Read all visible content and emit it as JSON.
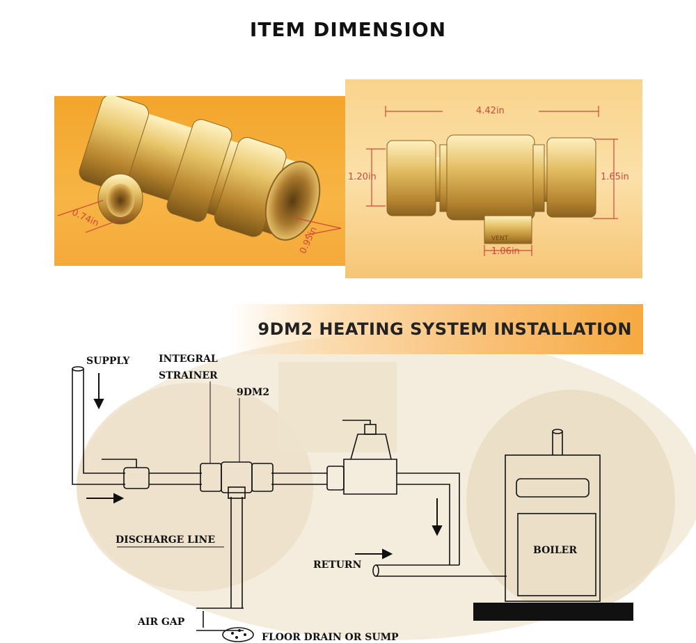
{
  "title": "ITEM DIMENSION",
  "dimensions": {
    "inlet_diameter": "0.74in",
    "outlet_diameter": "0.95in",
    "length": "4.42in",
    "height_left": "1.20in",
    "height_right": "1.65in",
    "vent_width": "1.06in",
    "vent_marking": "VENT"
  },
  "installation": {
    "banner": "9DM2 HEATING SYSTEM INSTALLATION",
    "labels": {
      "supply": "SUPPLY",
      "integral_strainer_line1": "INTEGRAL",
      "integral_strainer_line2": "STRAINER",
      "model": "9DM2",
      "discharge_line": "DISCHARGE LINE",
      "return": "RETURN",
      "boiler": "BOILER",
      "air_gap": "AIR GAP",
      "floor_drain": "FLOOR DRAIN OR SUMP"
    }
  }
}
